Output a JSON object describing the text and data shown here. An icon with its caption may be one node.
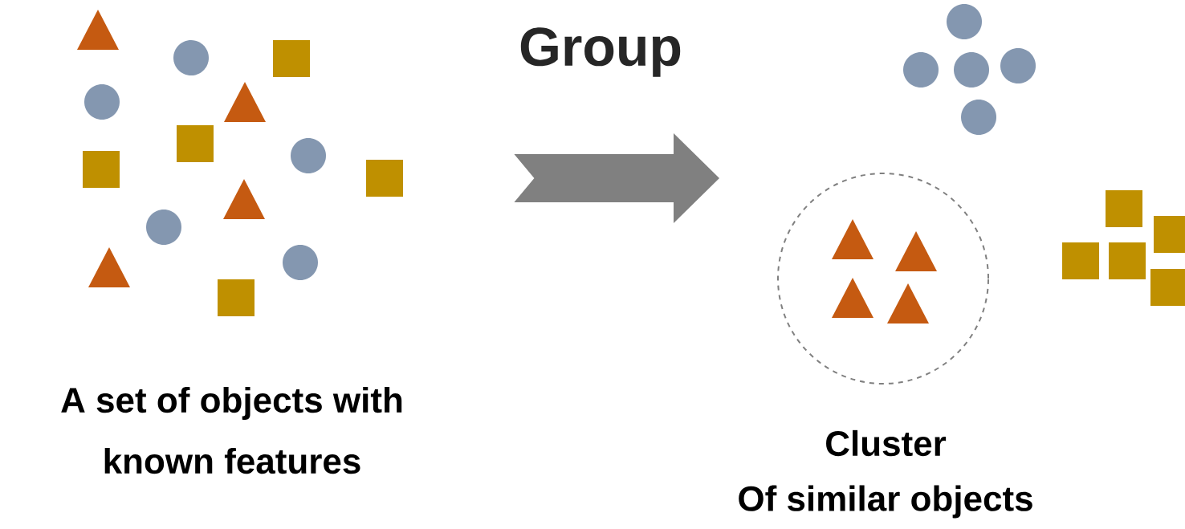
{
  "diagram": {
    "nodes": [
      {
        "text": [
          "A set of objects with known features"
        ]
      },
      {
        "text": [
          "Cluster",
          "Of similar objects"
        ]
      }
    ],
    "edges": [
      {
        "from": 0,
        "to": 1,
        "arrow": "to",
        "label": "Group"
      }
    ]
  }
}
